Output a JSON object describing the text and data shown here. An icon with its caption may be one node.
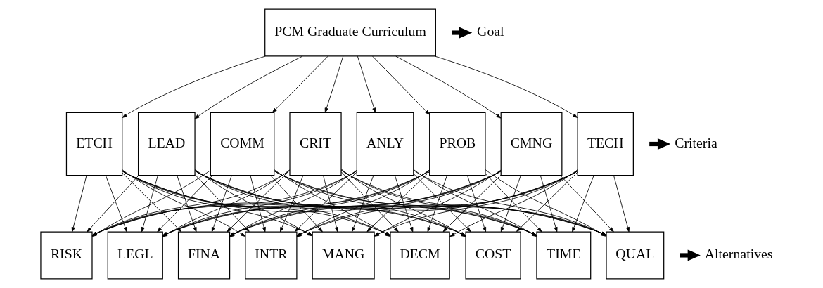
{
  "diagram": {
    "nodes": [
      {
        "text": [
          "PCM Graduate Curriculum"
        ]
      },
      {
        "text": [
          "COMM"
        ]
      },
      {
        "text": [
          "CRIT"
        ]
      },
      {
        "text": [
          "ANLY"
        ]
      },
      {
        "text": [
          "PROB"
        ]
      },
      {
        "text": [
          "CMNG"
        ]
      },
      {
        "text": [
          "TECH"
        ]
      },
      {
        "text": [
          "ETCH"
        ]
      },
      {
        "text": [
          "LEAD"
        ]
      },
      {
        "text": [
          "INTR"
        ]
      },
      {
        "text": [
          "MANG"
        ]
      },
      {
        "text": [
          "DECM"
        ]
      },
      {
        "text": [
          "COST"
        ]
      },
      {
        "text": [
          "TIME"
        ]
      },
      {
        "text": [
          "QUAL"
        ]
      },
      {
        "text": [
          "RISK"
        ]
      },
      {
        "text": [
          "LEGL"
        ]
      },
      {
        "text": [
          "FINA"
        ]
      },
      {
        "text": [
          "Goal"
        ]
      },
      {
        "text": [
          "Criteria"
        ]
      },
      {
        "text": [
          "Alternatives"
        ]
      }
    ],
    "edges": [
      {
        "from": 0,
        "to": 1,
        "arrow": "to"
      },
      {
        "from": 0,
        "to": 2,
        "arrow": "to"
      },
      {
        "from": 0,
        "to": 3,
        "arrow": "to"
      },
      {
        "from": 0,
        "to": 4,
        "arrow": "to"
      },
      {
        "from": 0,
        "to": 5,
        "arrow": "to"
      },
      {
        "from": 0,
        "to": 6,
        "arrow": "to"
      },
      {
        "from": 0,
        "to": 7,
        "arrow": "to"
      },
      {
        "from": 0,
        "to": 8,
        "arrow": "to"
      },
      {
        "from": 1,
        "to": 9,
        "arrow": "to"
      },
      {
        "from": 1,
        "to": 10,
        "arrow": "to"
      },
      {
        "from": 1,
        "to": 11,
        "arrow": "to"
      },
      {
        "from": 1,
        "to": 12,
        "arrow": "to"
      },
      {
        "from": 1,
        "to": 13,
        "arrow": "to"
      },
      {
        "from": 1,
        "to": 14,
        "arrow": "to"
      },
      {
        "from": 1,
        "to": 15,
        "arrow": "to"
      },
      {
        "from": 1,
        "to": 16,
        "arrow": "to"
      },
      {
        "from": 1,
        "to": 17,
        "arrow": "to"
      },
      {
        "from": 2,
        "to": 9,
        "arrow": "to"
      },
      {
        "from": 2,
        "to": 10,
        "arrow": "to"
      },
      {
        "from": 2,
        "to": 11,
        "arrow": "to"
      },
      {
        "from": 2,
        "to": 12,
        "arrow": "to"
      },
      {
        "from": 2,
        "to": 13,
        "arrow": "to"
      },
      {
        "from": 2,
        "to": 14,
        "arrow": "to"
      },
      {
        "from": 2,
        "to": 15,
        "arrow": "to"
      },
      {
        "from": 2,
        "to": 16,
        "arrow": "to"
      },
      {
        "from": 2,
        "to": 17,
        "arrow": "to"
      },
      {
        "from": 3,
        "to": 9,
        "arrow": "to"
      },
      {
        "from": 3,
        "to": 10,
        "arrow": "to"
      },
      {
        "from": 3,
        "to": 11,
        "arrow": "to"
      },
      {
        "from": 3,
        "to": 12,
        "arrow": "to"
      },
      {
        "from": 3,
        "to": 13,
        "arrow": "to"
      },
      {
        "from": 3,
        "to": 14,
        "arrow": "to"
      },
      {
        "from": 3,
        "to": 15,
        "arrow": "to"
      },
      {
        "from": 3,
        "to": 16,
        "arrow": "to"
      },
      {
        "from": 3,
        "to": 17,
        "arrow": "to"
      },
      {
        "from": 4,
        "to": 9,
        "arrow": "to"
      },
      {
        "from": 4,
        "to": 10,
        "arrow": "to"
      },
      {
        "from": 4,
        "to": 11,
        "arrow": "to"
      },
      {
        "from": 4,
        "to": 12,
        "arrow": "to"
      },
      {
        "from": 4,
        "to": 13,
        "arrow": "to"
      },
      {
        "from": 4,
        "to": 14,
        "arrow": "to"
      },
      {
        "from": 4,
        "to": 15,
        "arrow": "to"
      },
      {
        "from": 4,
        "to": 16,
        "arrow": "to"
      },
      {
        "from": 4,
        "to": 17,
        "arrow": "to"
      },
      {
        "from": 5,
        "to": 9,
        "arrow": "to"
      },
      {
        "from": 5,
        "to": 10,
        "arrow": "to"
      },
      {
        "from": 5,
        "to": 11,
        "arrow": "to"
      },
      {
        "from": 5,
        "to": 12,
        "arrow": "to"
      },
      {
        "from": 5,
        "to": 13,
        "arrow": "to"
      },
      {
        "from": 5,
        "to": 14,
        "arrow": "to"
      },
      {
        "from": 5,
        "to": 15,
        "arrow": "to"
      },
      {
        "from": 5,
        "to": 16,
        "arrow": "to"
      },
      {
        "from": 5,
        "to": 17,
        "arrow": "to"
      },
      {
        "from": 6,
        "to": 9,
        "arrow": "to"
      },
      {
        "from": 6,
        "to": 10,
        "arrow": "to"
      },
      {
        "from": 6,
        "to": 11,
        "arrow": "to"
      },
      {
        "from": 6,
        "to": 12,
        "arrow": "to"
      },
      {
        "from": 6,
        "to": 13,
        "arrow": "to"
      },
      {
        "from": 6,
        "to": 14,
        "arrow": "to"
      },
      {
        "from": 6,
        "to": 15,
        "arrow": "to"
      },
      {
        "from": 6,
        "to": 16,
        "arrow": "to"
      },
      {
        "from": 6,
        "to": 17,
        "arrow": "to"
      },
      {
        "from": 7,
        "to": 9,
        "arrow": "to"
      },
      {
        "from": 7,
        "to": 10,
        "arrow": "to"
      },
      {
        "from": 7,
        "to": 11,
        "arrow": "to"
      },
      {
        "from": 7,
        "to": 12,
        "arrow": "to"
      },
      {
        "from": 7,
        "to": 13,
        "arrow": "to"
      },
      {
        "from": 7,
        "to": 14,
        "arrow": "to"
      },
      {
        "from": 7,
        "to": 15,
        "arrow": "to"
      },
      {
        "from": 7,
        "to": 16,
        "arrow": "to"
      },
      {
        "from": 7,
        "to": 17,
        "arrow": "to"
      },
      {
        "from": 8,
        "to": 9,
        "arrow": "to"
      },
      {
        "from": 8,
        "to": 10,
        "arrow": "to"
      },
      {
        "from": 8,
        "to": 11,
        "arrow": "to"
      },
      {
        "from": 8,
        "to": 12,
        "arrow": "to"
      },
      {
        "from": 8,
        "to": 13,
        "arrow": "to"
      },
      {
        "from": 8,
        "to": 14,
        "arrow": "to"
      },
      {
        "from": 8,
        "to": 15,
        "arrow": "to"
      },
      {
        "from": 8,
        "to": 16,
        "arrow": "to"
      },
      {
        "from": 8,
        "to": 17,
        "arrow": "to"
      },
      {
        "from": null,
        "to": 18,
        "arrow": "to",
        "style": "thick"
      },
      {
        "from": null,
        "to": 19,
        "arrow": "to",
        "style": "thick"
      },
      {
        "from": null,
        "to": 20,
        "arrow": "to",
        "style": "thick"
      }
    ]
  }
}
